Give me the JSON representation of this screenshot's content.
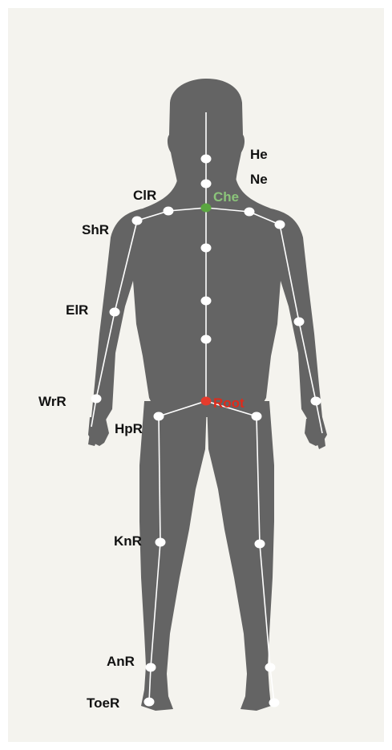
{
  "labels": {
    "head": "He",
    "neck": "Ne",
    "chest": "Che",
    "clavicle_right": "ClR",
    "shoulder_right": "ShR",
    "elbow_right": "ElR",
    "wrist_right": "WrR",
    "root": "Root",
    "hip_right": "HpR",
    "knee_right": "KnR",
    "ankle_right": "AnR",
    "toe_right": "ToeR"
  },
  "colors": {
    "background": "#f4f3ee",
    "body": "#646464",
    "bone": "#ffffff",
    "joint": "#ffffff",
    "chest_joint": "#5aa640",
    "chest_label": "#8bc47a",
    "root_joint": "#e53b2c",
    "root_label": "#e02a1a",
    "label": "#111111"
  }
}
